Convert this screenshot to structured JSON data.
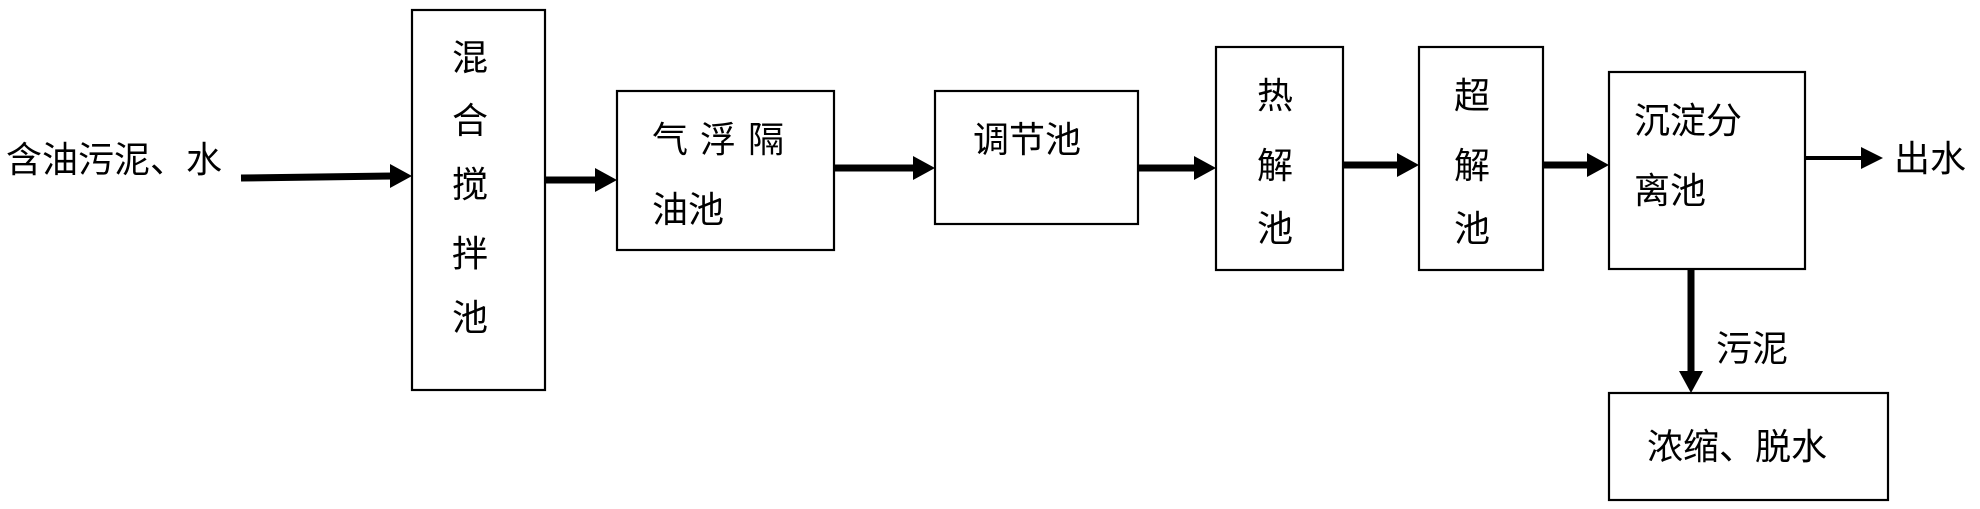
{
  "input_label": "含油污泥、水",
  "process": [
    {
      "lines": [
        "混",
        "合",
        "搅",
        "拌",
        "池"
      ]
    },
    {
      "lines": [
        "气浮隔",
        "油池"
      ]
    },
    {
      "lines": [
        "调节池"
      ]
    },
    {
      "lines": [
        "热",
        "解",
        "池"
      ]
    },
    {
      "lines": [
        "超",
        "解",
        "池"
      ]
    },
    {
      "lines": [
        "沉淀分",
        "离池"
      ]
    }
  ],
  "output_label": "出水",
  "sludge_label": "污泥",
  "dewatering_box": {
    "lines": [
      "浓缩、脱水"
    ]
  }
}
